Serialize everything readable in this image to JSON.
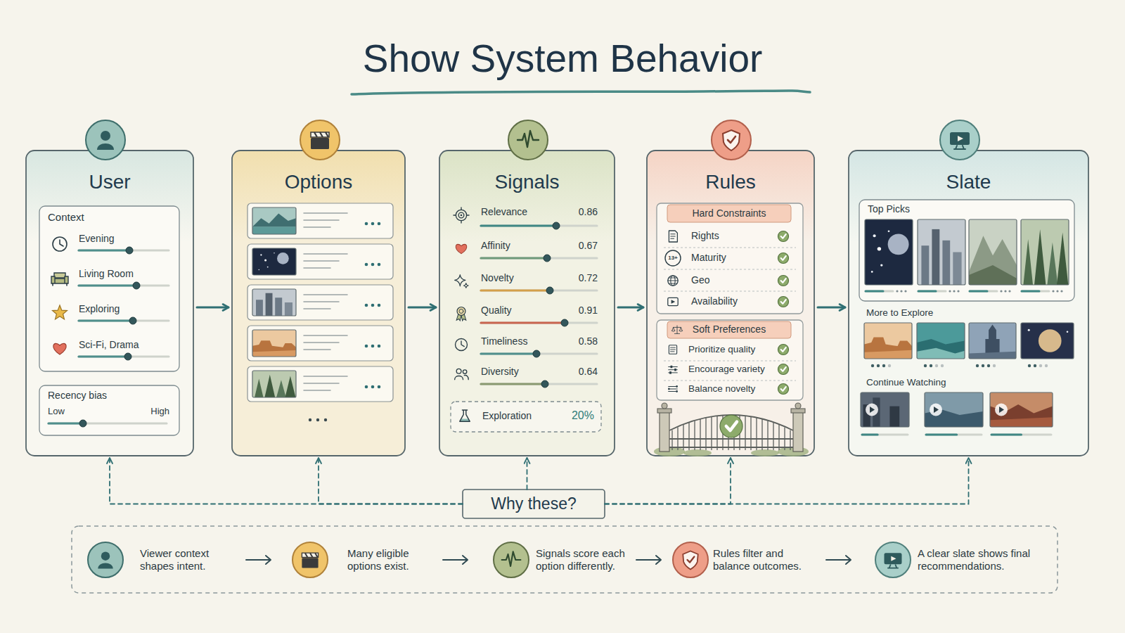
{
  "diagram": {
    "title": "Show System Behavior",
    "nodes": [
      {
        "text": [
          "User"
        ]
      },
      {
        "text": [
          "Context",
          "Evening",
          "Living Room",
          "Exploring",
          "Sci-Fi, Drama"
        ],
        "in": 0
      },
      {
        "text": [
          "Recency bias",
          "Low",
          "High"
        ],
        "in": 0
      },
      {
        "text": [
          "Options"
        ]
      },
      {
        "text": [
          "Signals",
          "Relevance",
          "0.86",
          "Affinity",
          "0.67",
          "Novelty",
          "0.72",
          "Quality",
          "0.91",
          "Timeliness",
          "0.58",
          "Diversity",
          "0.64"
        ]
      },
      {
        "text": [
          "Exploration",
          "20%"
        ],
        "in": 4
      },
      {
        "text": [
          "Rules"
        ]
      },
      {
        "text": [
          "Hard Constraints",
          "Rights",
          "Maturity",
          "Geo",
          "Availability"
        ],
        "in": 6
      },
      {
        "text": [
          "Soft Preferences",
          "Prioritize quality",
          "Encourage variety",
          "Balance novelty"
        ],
        "in": 6
      },
      {
        "text": [
          "Slate",
          "More to Explore",
          "Continue Watching"
        ]
      },
      {
        "text": [
          "Top Picks"
        ],
        "in": 9
      },
      {
        "text": [
          "Why these?"
        ]
      },
      {
        "text": [
          "Viewer context shapes intent.",
          "Many eligible options exist.",
          "Signals score each option differently.",
          "Rules filter and balance outcomes.",
          "A clear slate shows final recommendations."
        ]
      }
    ],
    "edges": [
      {
        "from": 0,
        "to": 3,
        "arrow": "to"
      },
      {
        "from": 3,
        "to": 4,
        "arrow": "to"
      },
      {
        "from": 4,
        "to": 6,
        "arrow": "to"
      },
      {
        "from": 6,
        "to": 9,
        "arrow": "to"
      },
      {
        "from": 11,
        "to": 0,
        "arrow": "to"
      },
      {
        "from": 11,
        "to": 3,
        "arrow": "to"
      },
      {
        "from": 11,
        "to": 4,
        "arrow": "to"
      },
      {
        "from": 11,
        "to": 6,
        "arrow": "to"
      },
      {
        "from": 11,
        "to": 9,
        "arrow": "to"
      }
    ],
    "labels": [
      "13+"
    ]
  }
}
